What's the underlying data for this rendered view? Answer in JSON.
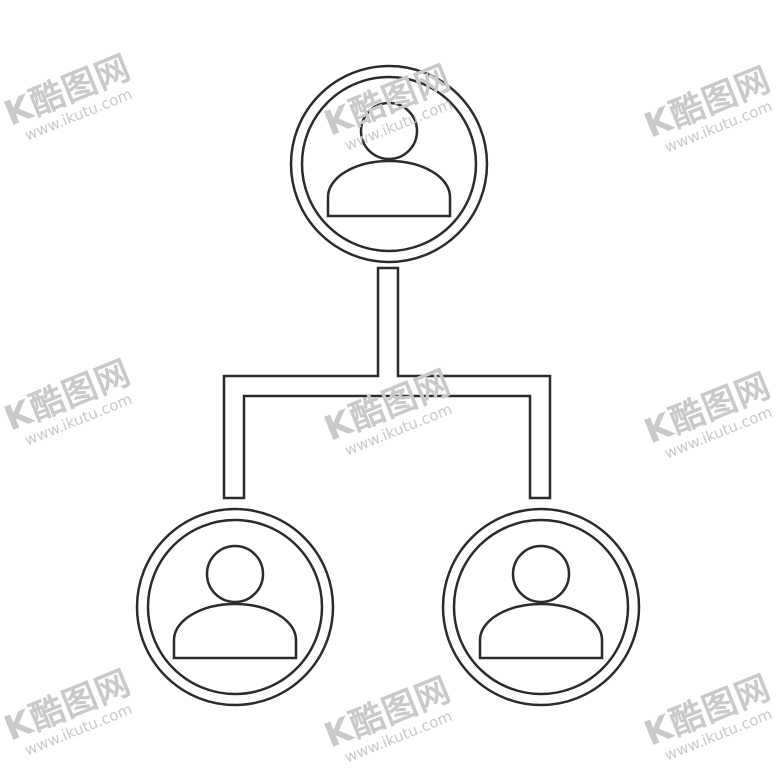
{
  "diagram": {
    "type": "org-hierarchy",
    "stroke_color": "#2b2b2b",
    "fill_color": "#ffffff",
    "nodes": [
      {
        "id": "root",
        "icon": "person-icon",
        "level": 0
      },
      {
        "id": "child-left",
        "icon": "person-icon",
        "level": 1
      },
      {
        "id": "child-right",
        "icon": "person-icon",
        "level": 1
      }
    ],
    "edges": [
      {
        "from": "root",
        "to": "child-left"
      },
      {
        "from": "root",
        "to": "child-right"
      }
    ]
  },
  "watermark": {
    "logo_text": "K酷图网",
    "url_text": "www.ikutu.com",
    "color": "#c9c9c9"
  }
}
